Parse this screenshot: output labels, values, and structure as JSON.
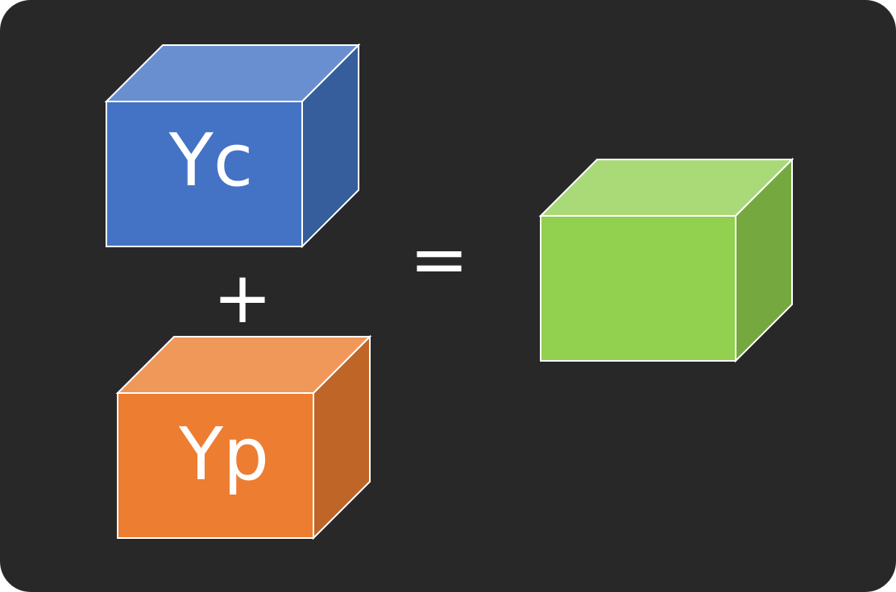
{
  "diagram": {
    "cubes": [
      {
        "id": "yc",
        "label": "Yc",
        "colors": {
          "front": "#4472c4",
          "top": "#6a8fd0",
          "side": "#365e9d"
        }
      },
      {
        "id": "yp",
        "label": "Yp",
        "colors": {
          "front": "#ed7d31",
          "top": "#f0975a",
          "side": "#c06528"
        }
      },
      {
        "id": "result",
        "label": "",
        "colors": {
          "front": "#92d050",
          "top": "#a9da77",
          "side": "#76a840"
        }
      }
    ],
    "operators": {
      "plus": "+",
      "equals": "="
    },
    "edge_color": "#ffffff",
    "background": "#282828"
  }
}
